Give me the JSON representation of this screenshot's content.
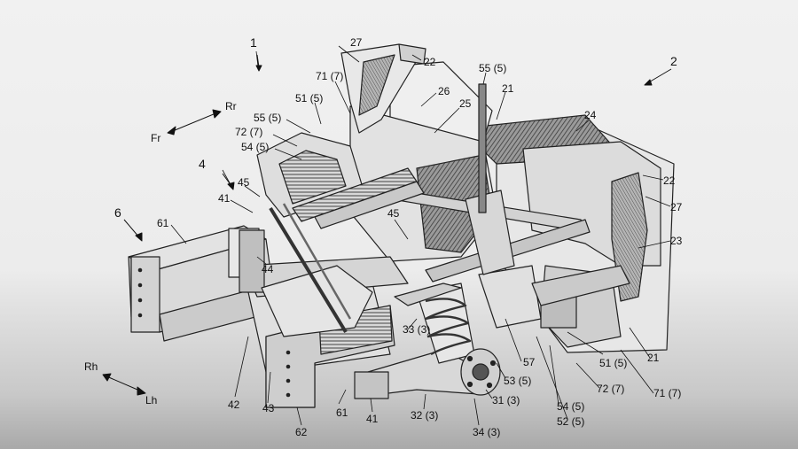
{
  "callouts": [
    {
      "id": "c1",
      "text": "1"
    },
    {
      "id": "c2",
      "text": "2"
    },
    {
      "id": "c27a",
      "text": "27"
    },
    {
      "id": "c22a",
      "text": "22"
    },
    {
      "id": "c71a",
      "text": "71 (7)"
    },
    {
      "id": "c55a",
      "text": "55 (5)"
    },
    {
      "id": "c21a",
      "text": "21"
    },
    {
      "id": "c51a",
      "text": "51 (5)"
    },
    {
      "id": "c26",
      "text": "26"
    },
    {
      "id": "c25",
      "text": "25"
    },
    {
      "id": "c24",
      "text": "24"
    },
    {
      "id": "c55b",
      "text": "55 (5)"
    },
    {
      "id": "c72a",
      "text": "72 (7)"
    },
    {
      "id": "c54a",
      "text": "54 (5)"
    },
    {
      "id": "c4",
      "text": "4"
    },
    {
      "id": "c45a",
      "text": "45"
    },
    {
      "id": "c41a",
      "text": "41"
    },
    {
      "id": "c6",
      "text": "6"
    },
    {
      "id": "c61a",
      "text": "61"
    },
    {
      "id": "c45b",
      "text": "45"
    },
    {
      "id": "c44",
      "text": "44"
    },
    {
      "id": "c22b",
      "text": "22"
    },
    {
      "id": "c27b",
      "text": "27"
    },
    {
      "id": "c23",
      "text": "23"
    },
    {
      "id": "c33",
      "text": "33 (3)"
    },
    {
      "id": "c57",
      "text": "57"
    },
    {
      "id": "c51b",
      "text": "51 (5)"
    },
    {
      "id": "c21b",
      "text": "21"
    },
    {
      "id": "c53",
      "text": "53 (5)"
    },
    {
      "id": "c72b",
      "text": "72 (7)"
    },
    {
      "id": "c71b",
      "text": "71 (7)"
    },
    {
      "id": "c54b",
      "text": "54 (5)"
    },
    {
      "id": "c31",
      "text": "31 (3)"
    },
    {
      "id": "c52",
      "text": "52 (5)"
    },
    {
      "id": "c42",
      "text": "42"
    },
    {
      "id": "c43",
      "text": "43"
    },
    {
      "id": "c61b",
      "text": "61"
    },
    {
      "id": "c41b",
      "text": "41"
    },
    {
      "id": "c32",
      "text": "32 (3)"
    },
    {
      "id": "c62",
      "text": "62"
    },
    {
      "id": "c34",
      "text": "34 (3)"
    }
  ],
  "direction_labels": {
    "fr": "Fr",
    "rr": "Rr",
    "rh": "Rh",
    "lh": "Lh"
  }
}
